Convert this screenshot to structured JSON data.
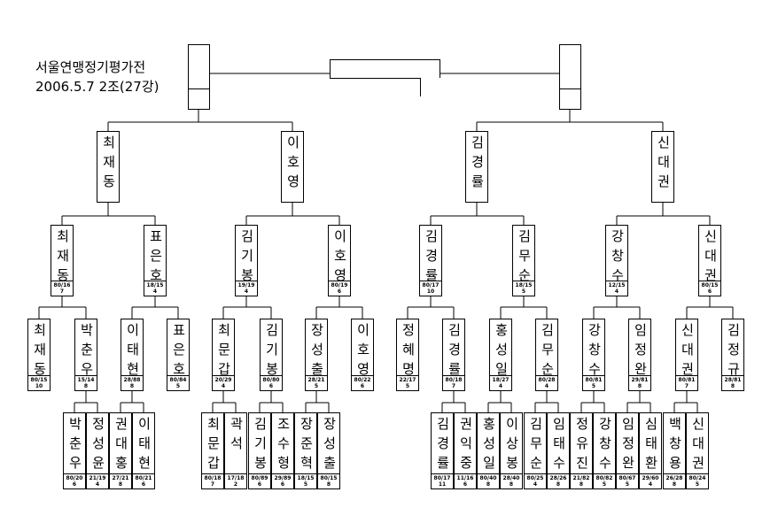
{
  "title_line1": "서울연맹정기평가전",
  "title_line2": "2006.5.7 2조(27강)",
  "level1": [
    {
      "name": "최재동"
    },
    {
      "name": "이호영"
    },
    {
      "name": "김경률"
    },
    {
      "name": "신대권"
    }
  ],
  "level2": [
    {
      "name": "최재동",
      "score": "80/16",
      "sub": "7"
    },
    {
      "name": "표은호",
      "score": "18/15",
      "sub": "4"
    },
    {
      "name": "김기봉",
      "score": "19/19",
      "sub": "4"
    },
    {
      "name": "이호영",
      "score": "80/19",
      "sub": "6"
    },
    {
      "name": "김경률",
      "score": "80/17",
      "sub": "10"
    },
    {
      "name": "김무순",
      "score": "18/15",
      "sub": "5"
    },
    {
      "name": "강창수",
      "score": "12/15",
      "sub": "4"
    },
    {
      "name": "신대권",
      "score": "80/15",
      "sub": "6"
    }
  ],
  "level3": [
    {
      "name": "최재동",
      "score": "80/15",
      "sub": "10"
    },
    {
      "name": "박춘우",
      "score": "15/14",
      "sub": "8"
    },
    {
      "name": "이태현",
      "score": "28/88",
      "sub": "8"
    },
    {
      "name": "표은호",
      "score": "80/84",
      "sub": "5"
    },
    {
      "name": "최문갑",
      "score": "20/29",
      "sub": "4"
    },
    {
      "name": "김기봉",
      "score": "80/80",
      "sub": "6"
    },
    {
      "name": "장성출",
      "score": "28/21",
      "sub": "5"
    },
    {
      "name": "이호영",
      "score": "80/22",
      "sub": "6"
    },
    {
      "name": "정혜명",
      "score": "22/17",
      "sub": "5"
    },
    {
      "name": "김경률",
      "score": "80/18",
      "sub": "7"
    },
    {
      "name": "홍성일",
      "score": "18/27",
      "sub": "4"
    },
    {
      "name": "김무순",
      "score": "80/28",
      "sub": "4"
    },
    {
      "name": "강창수",
      "score": "80/81",
      "sub": "5"
    },
    {
      "name": "임정완",
      "score": "29/81",
      "sub": "8"
    },
    {
      "name": "신대권",
      "score": "80/81",
      "sub": "7"
    },
    {
      "name": "김정규",
      "score": "28/81",
      "sub": "8"
    }
  ],
  "level4": [
    {
      "name": "박춘우",
      "score": "80/20",
      "sub": "6"
    },
    {
      "name": "정성윤",
      "score": "21/19",
      "sub": "4"
    },
    {
      "name": "권대홍",
      "score": "27/21",
      "sub": "8"
    },
    {
      "name": "이태현",
      "score": "80/21",
      "sub": "6"
    },
    {
      "name": "최문갑",
      "score": "80/18",
      "sub": "7"
    },
    {
      "name": "곽석",
      "score": "17/18",
      "sub": "2"
    },
    {
      "name": "김기봉",
      "score": "80/89",
      "sub": "6"
    },
    {
      "name": "조수형",
      "score": "29/89",
      "sub": "6"
    },
    {
      "name": "장준혁",
      "score": "18/15",
      "sub": "5"
    },
    {
      "name": "장성출",
      "score": "80/15",
      "sub": "8"
    },
    {
      "name": "김경률",
      "score": "80/17",
      "sub": "11"
    },
    {
      "name": "권익중",
      "score": "11/16",
      "sub": "6"
    },
    {
      "name": "홍성일",
      "score": "80/40",
      "sub": "8"
    },
    {
      "name": "이상봉",
      "score": "28/40",
      "sub": "8"
    },
    {
      "name": "김무순",
      "score": "80/25",
      "sub": "4"
    },
    {
      "name": "임태수",
      "score": "28/26",
      "sub": "8"
    },
    {
      "name": "정유진",
      "score": "21/82",
      "sub": "8"
    },
    {
      "name": "강창수",
      "score": "80/82",
      "sub": "5"
    },
    {
      "name": "임정완",
      "score": "80/67",
      "sub": "5"
    },
    {
      "name": "심태환",
      "score": "29/60",
      "sub": "4"
    },
    {
      "name": "백창용",
      "score": "26/28",
      "sub": "8"
    },
    {
      "name": "신대권",
      "score": "80/24",
      "sub": "5"
    }
  ]
}
